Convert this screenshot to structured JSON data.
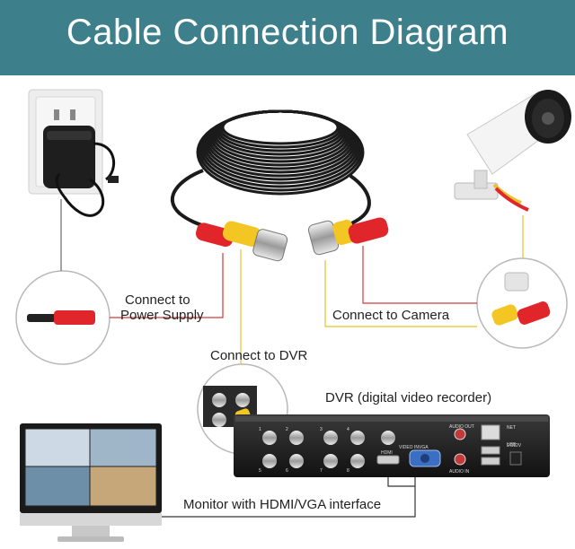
{
  "header": {
    "title": "Cable Connection Diagram",
    "background_color": "#3d7f8b",
    "text_color": "#ffffff"
  },
  "labels": {
    "power_supply_line1": "Connect to",
    "power_supply_line2": "Power Supply",
    "camera": "Connect to Camera",
    "dvr_connect": "Connect to DVR",
    "dvr_title": "DVR (digital video recorder)",
    "monitor": "Monitor with HDMI/VGA interface"
  },
  "dvr_panel_text": {
    "audio_out": "AUDIO OUT",
    "audio_in": "AUDIO IN",
    "net": "NET",
    "usb": "USB",
    "dc12v": "DC12V",
    "hdmi": "HDMI",
    "vga": "VGA",
    "video": "VIDEO IN",
    "port_numbers": [
      "1",
      "2",
      "3",
      "4",
      "5",
      "6",
      "7",
      "8"
    ]
  },
  "colors": {
    "red_plug": "#e0262b",
    "yellow_plug": "#f3c623",
    "cable_black": "#1b1b1b",
    "leader_red": "#d23a3a",
    "leader_yellow": "#e8c12a",
    "leader_gray": "#666666"
  }
}
